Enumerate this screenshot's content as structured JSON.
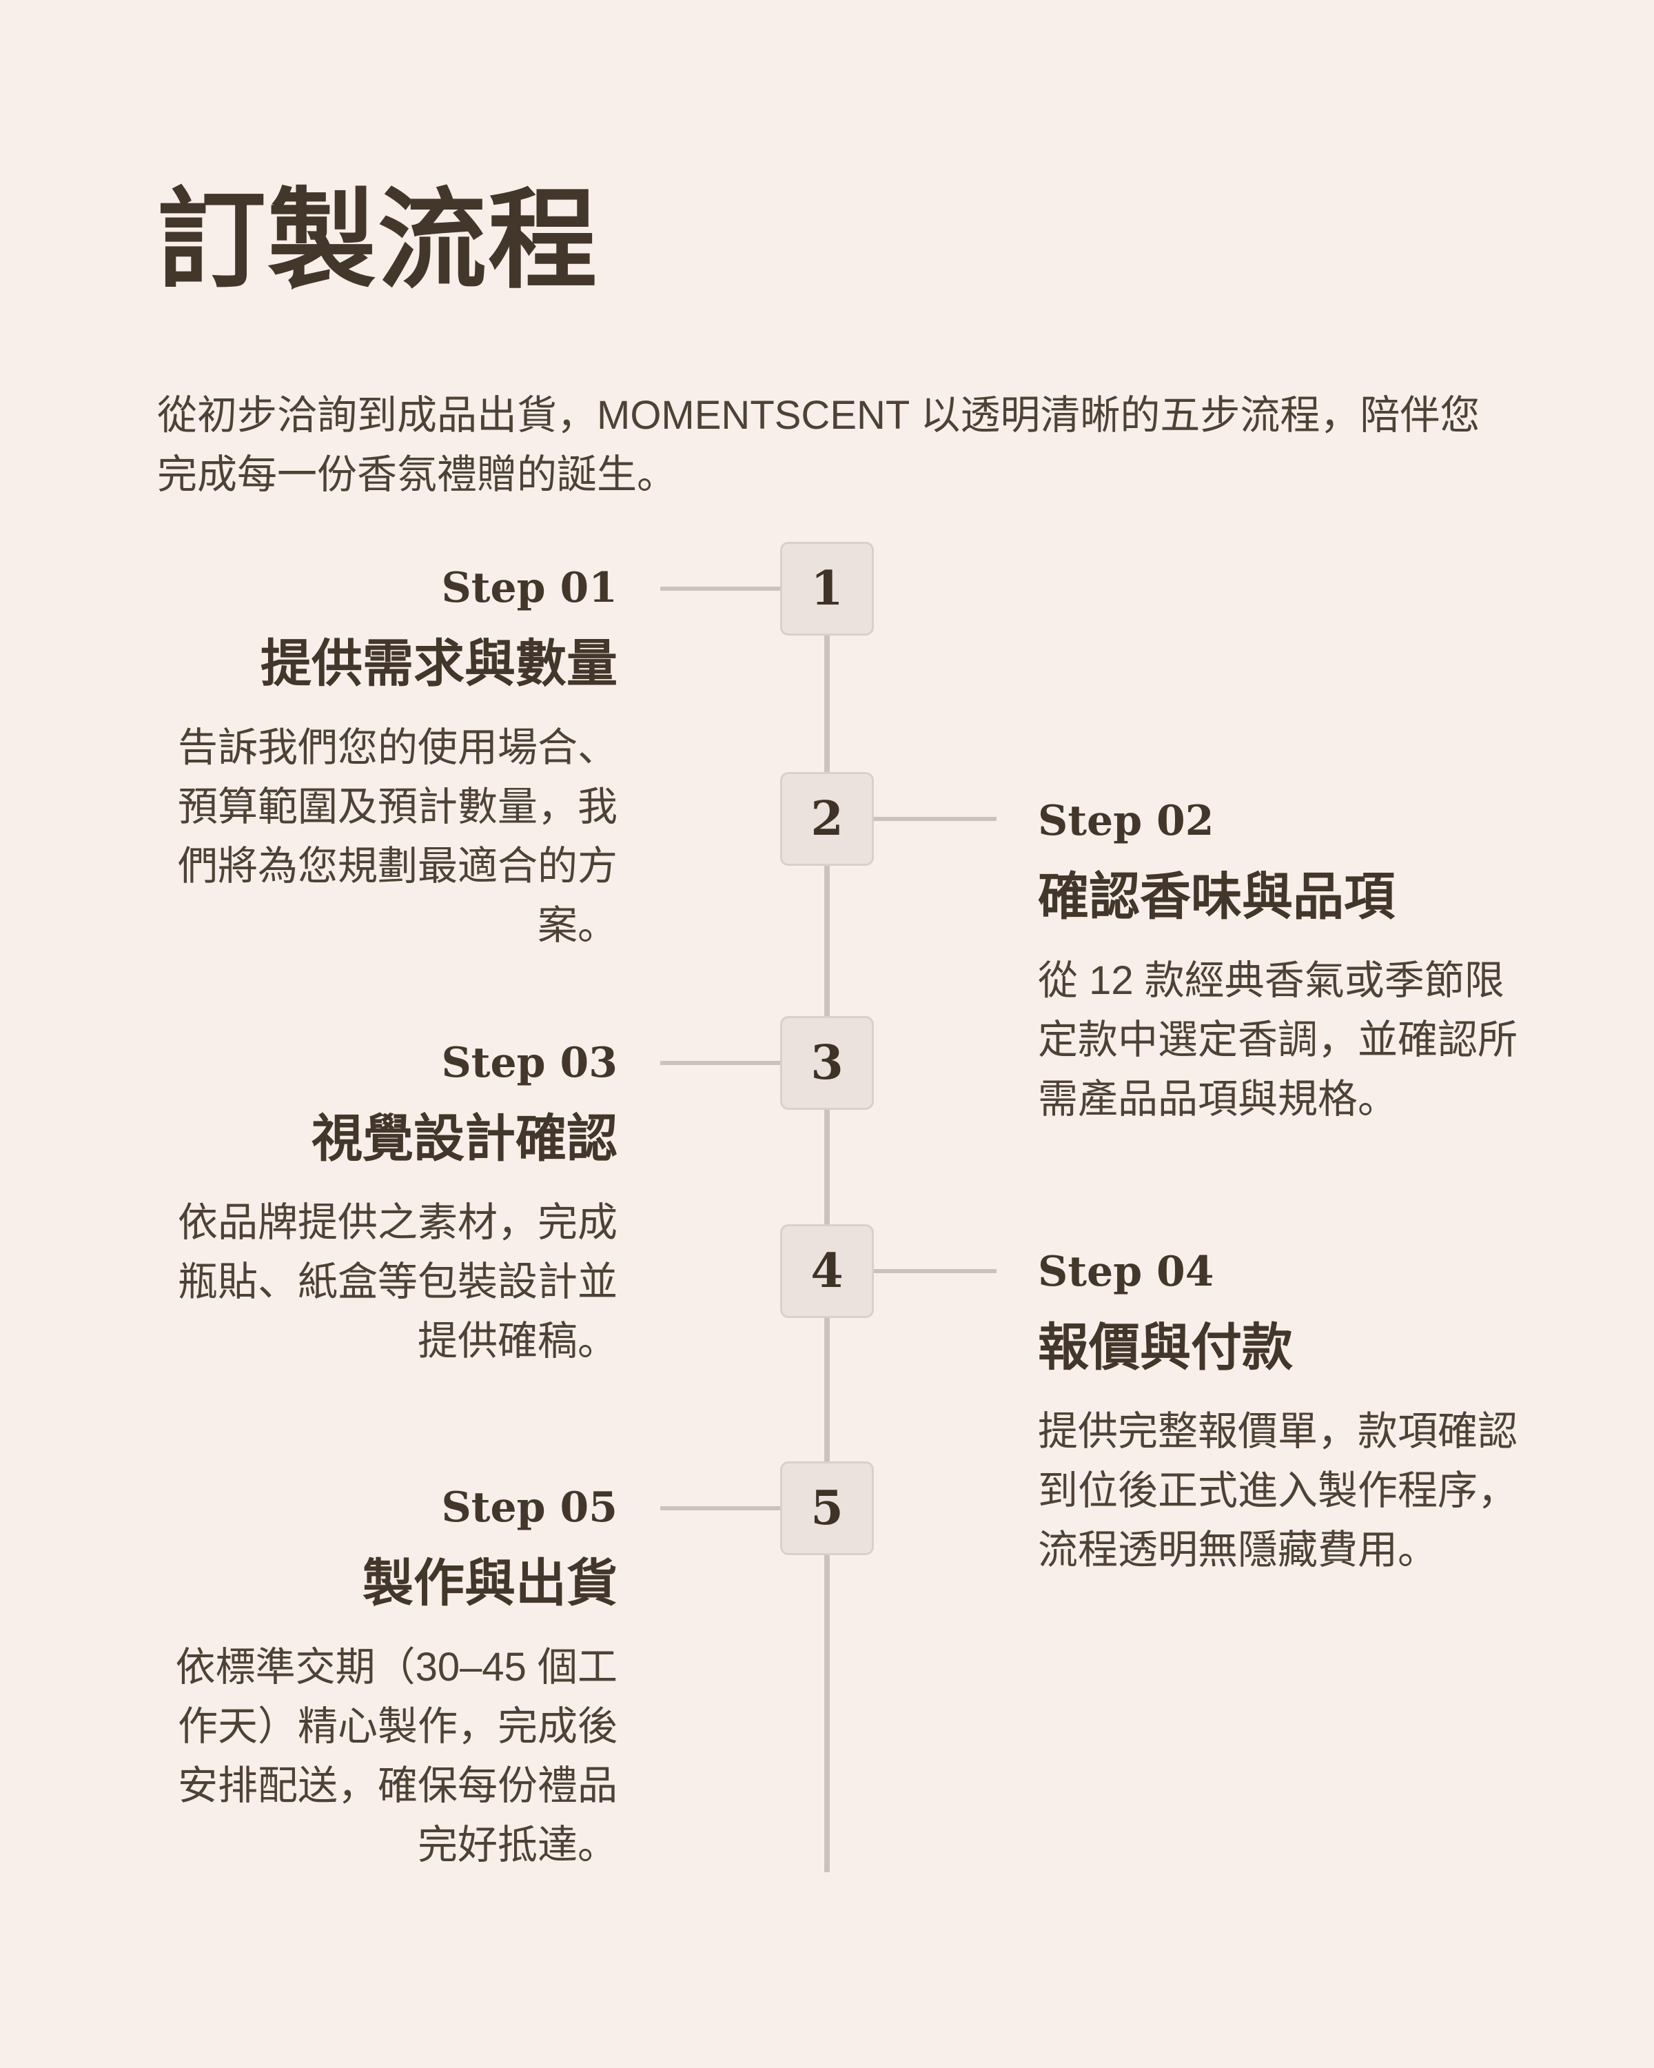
{
  "page": {
    "title": "訂製流程",
    "intro": "從初步洽詢到成品出貨，MOMENTSCENT 以透明清晰的五步流程，陪伴您完成每一份香氛禮贈的誕生。"
  },
  "steps": [
    {
      "number": "1",
      "label": "Step 01",
      "title": "提供需求與數量",
      "description": "告訴我們您的使用場合、預算範圍及預計數量，我們將為您規劃最適合的方案。"
    },
    {
      "number": "2",
      "label": "Step 02",
      "title": "確認香味與品項",
      "description": "從 12 款經典香氣或季節限定款中選定香調，並確認所需產品品項與規格。"
    },
    {
      "number": "3",
      "label": "Step 03",
      "title": "視覺設計確認",
      "description": "依品牌提供之素材，完成瓶貼、紙盒等包裝設計並提供確稿。"
    },
    {
      "number": "4",
      "label": "Step 04",
      "title": "報價與付款",
      "description": "提供完整報價單，款項確認到位後正式進入製作程序，流程透明無隱藏費用。"
    },
    {
      "number": "5",
      "label": "Step 05",
      "title": "製作與出貨",
      "description": "依標準交期（30–45 個工作天）精心製作，完成後安排配送，確保每份禮品完好抵達。"
    }
  ],
  "colors": {
    "background": "#f8efea",
    "text": "#43362a",
    "line": "#cbc2bc",
    "number_box": "#ebe2de"
  }
}
